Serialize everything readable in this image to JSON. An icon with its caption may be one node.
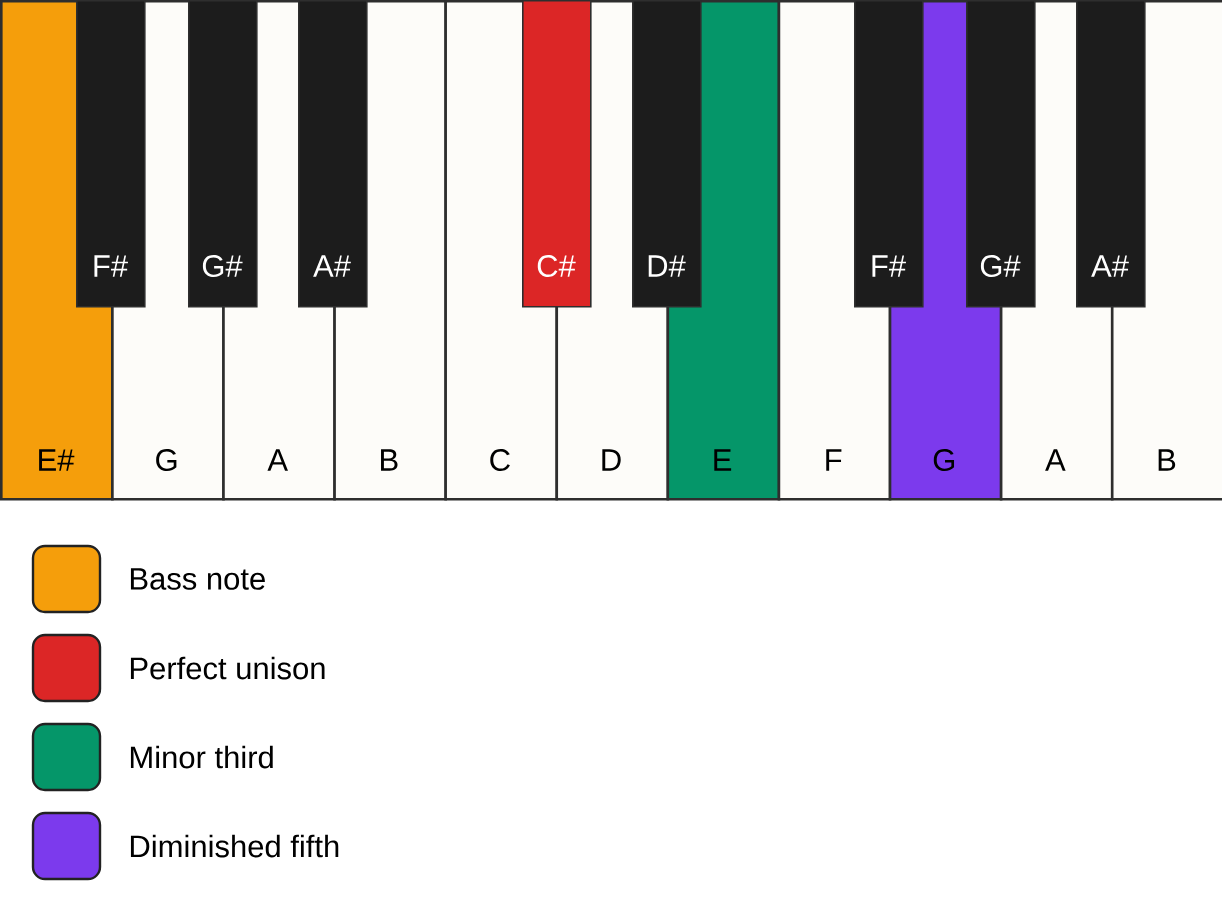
{
  "diagram": {
    "nodes": [
      {
        "text": [
          "F#"
        ]
      },
      {
        "text": [
          "G#"
        ]
      },
      {
        "text": [
          "A#"
        ]
      },
      {
        "text": [
          "C#"
        ]
      },
      {
        "text": [
          "D#"
        ]
      },
      {
        "text": [
          "F#"
        ]
      },
      {
        "text": [
          "G#"
        ]
      },
      {
        "text": [
          "A#"
        ]
      },
      {
        "text": [
          "E#"
        ]
      },
      {
        "text": [
          "G"
        ]
      },
      {
        "text": [
          "A"
        ]
      },
      {
        "text": [
          "B"
        ]
      },
      {
        "text": [
          "C"
        ]
      },
      {
        "text": [
          "D"
        ]
      },
      {
        "text": [
          "E"
        ]
      },
      {
        "text": [
          "F"
        ]
      },
      {
        "text": [
          "G"
        ]
      },
      {
        "text": [
          "A"
        ]
      },
      {
        "text": [
          "B"
        ]
      }
    ],
    "legend": [
      {
        "text": "Bass note",
        "color": "#f59e0b"
      },
      {
        "text": "Perfect unison",
        "color": "#dc2626"
      },
      {
        "text": "Minor third",
        "color": "#059669"
      },
      {
        "text": "Diminished fifth",
        "color": "#7c3aed"
      }
    ]
  }
}
